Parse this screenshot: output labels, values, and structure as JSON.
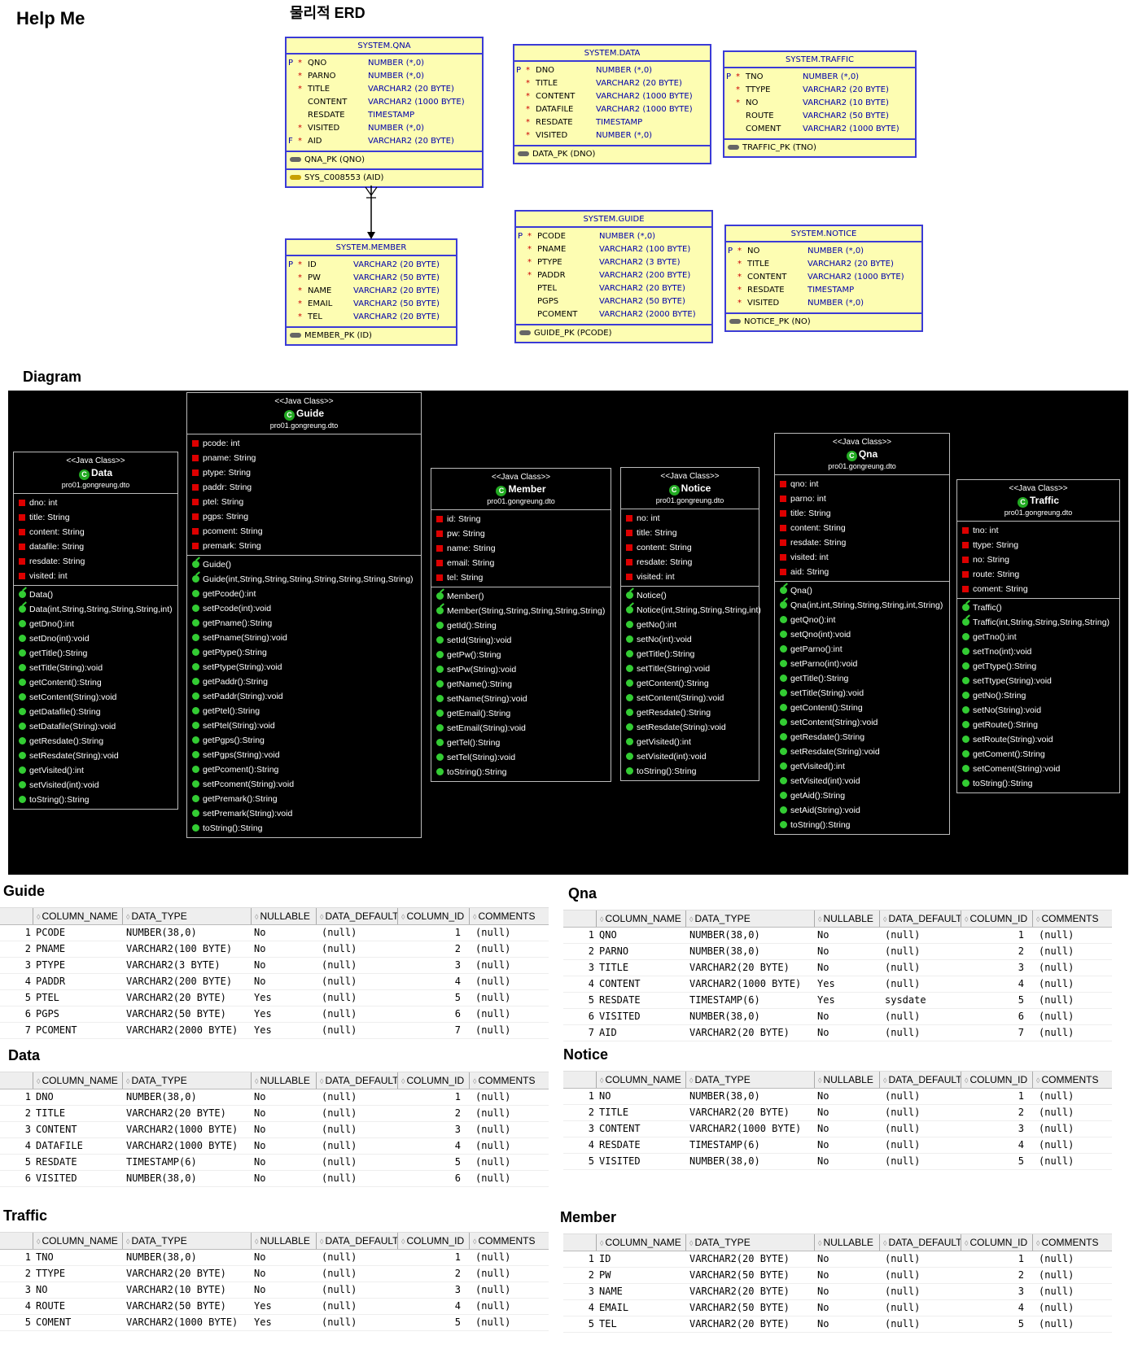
{
  "page": {
    "title": "Help Me",
    "erd_title": "물리적 ERD",
    "diagram_title": "Diagram"
  },
  "erd": [
    {
      "id": "qna",
      "title": "SYSTEM.QNA",
      "rows": [
        {
          "flag": "P",
          "star": "*",
          "name": "QNO",
          "type": "NUMBER (*,0)"
        },
        {
          "flag": "",
          "star": "*",
          "name": "PARNO",
          "type": "NUMBER (*,0)"
        },
        {
          "flag": "",
          "star": "*",
          "name": "TITLE",
          "type": "VARCHAR2 (20 BYTE)"
        },
        {
          "flag": "",
          "star": "",
          "name": "CONTENT",
          "type": "VARCHAR2 (1000 BYTE)"
        },
        {
          "flag": "",
          "star": "",
          "name": "RESDATE",
          "type": "TIMESTAMP"
        },
        {
          "flag": "",
          "star": "*",
          "name": "VISITED",
          "type": "NUMBER (*,0)"
        },
        {
          "flag": "F",
          "star": "*",
          "name": "AID",
          "type": "VARCHAR2 (20 BYTE)"
        }
      ],
      "keys": [
        {
          "kind": "pk",
          "text": "QNA_PK (QNO)"
        },
        {
          "kind": "fk",
          "text": "SYS_C008553 (AID)"
        }
      ]
    },
    {
      "id": "data",
      "title": "SYSTEM.DATA",
      "rows": [
        {
          "flag": "P",
          "star": "*",
          "name": "DNO",
          "type": "NUMBER (*,0)"
        },
        {
          "flag": "",
          "star": "*",
          "name": "TITLE",
          "type": "VARCHAR2 (20 BYTE)"
        },
        {
          "flag": "",
          "star": "*",
          "name": "CONTENT",
          "type": "VARCHAR2 (1000 BYTE)"
        },
        {
          "flag": "",
          "star": "*",
          "name": "DATAFILE",
          "type": "VARCHAR2 (1000 BYTE)"
        },
        {
          "flag": "",
          "star": "*",
          "name": "RESDATE",
          "type": "TIMESTAMP"
        },
        {
          "flag": "",
          "star": "*",
          "name": "VISITED",
          "type": "NUMBER (*,0)"
        }
      ],
      "keys": [
        {
          "kind": "pk",
          "text": "DATA_PK (DNO)"
        }
      ]
    },
    {
      "id": "traffic",
      "title": "SYSTEM.TRAFFIC",
      "rows": [
        {
          "flag": "P",
          "star": "*",
          "name": "TNO",
          "type": "NUMBER (*,0)"
        },
        {
          "flag": "",
          "star": "*",
          "name": "TTYPE",
          "type": "VARCHAR2 (20 BYTE)"
        },
        {
          "flag": "",
          "star": "*",
          "name": "NO",
          "type": "VARCHAR2 (10 BYTE)"
        },
        {
          "flag": "",
          "star": "",
          "name": "ROUTE",
          "type": "VARCHAR2 (50 BYTE)"
        },
        {
          "flag": "",
          "star": "",
          "name": "COMENT",
          "type": "VARCHAR2 (1000 BYTE)"
        }
      ],
      "keys": [
        {
          "kind": "pk",
          "text": "TRAFFIC_PK (TNO)"
        }
      ]
    },
    {
      "id": "member",
      "title": "SYSTEM.MEMBER",
      "rows": [
        {
          "flag": "P",
          "star": "*",
          "name": "ID",
          "type": "VARCHAR2 (20 BYTE)"
        },
        {
          "flag": "",
          "star": "*",
          "name": "PW",
          "type": "VARCHAR2 (50 BYTE)"
        },
        {
          "flag": "",
          "star": "*",
          "name": "NAME",
          "type": "VARCHAR2 (20 BYTE)"
        },
        {
          "flag": "",
          "star": "*",
          "name": "EMAIL",
          "type": "VARCHAR2 (50 BYTE)"
        },
        {
          "flag": "",
          "star": "*",
          "name": "TEL",
          "type": "VARCHAR2 (20 BYTE)"
        }
      ],
      "keys": [
        {
          "kind": "pk",
          "text": "MEMBER_PK (ID)"
        }
      ]
    },
    {
      "id": "guide",
      "title": "SYSTEM.GUIDE",
      "rows": [
        {
          "flag": "P",
          "star": "*",
          "name": "PCODE",
          "type": "NUMBER (*,0)"
        },
        {
          "flag": "",
          "star": "*",
          "name": "PNAME",
          "type": "VARCHAR2 (100 BYTE)"
        },
        {
          "flag": "",
          "star": "*",
          "name": "PTYPE",
          "type": "VARCHAR2 (3 BYTE)"
        },
        {
          "flag": "",
          "star": "*",
          "name": "PADDR",
          "type": "VARCHAR2 (200 BYTE)"
        },
        {
          "flag": "",
          "star": "",
          "name": "PTEL",
          "type": "VARCHAR2 (20 BYTE)"
        },
        {
          "flag": "",
          "star": "",
          "name": "PGPS",
          "type": "VARCHAR2 (50 BYTE)"
        },
        {
          "flag": "",
          "star": "",
          "name": "PCOMENT",
          "type": "VARCHAR2 (2000 BYTE)"
        }
      ],
      "keys": [
        {
          "kind": "pk",
          "text": "GUIDE_PK (PCODE)"
        }
      ]
    },
    {
      "id": "notice",
      "title": "SYSTEM.NOTICE",
      "rows": [
        {
          "flag": "P",
          "star": "*",
          "name": "NO",
          "type": "NUMBER (*,0)"
        },
        {
          "flag": "",
          "star": "*",
          "name": "TITLE",
          "type": "VARCHAR2 (20 BYTE)"
        },
        {
          "flag": "",
          "star": "*",
          "name": "CONTENT",
          "type": "VARCHAR2 (1000 BYTE)"
        },
        {
          "flag": "",
          "star": "*",
          "name": "RESDATE",
          "type": "TIMESTAMP"
        },
        {
          "flag": "",
          "star": "*",
          "name": "VISITED",
          "type": "NUMBER (*,0)"
        }
      ],
      "keys": [
        {
          "kind": "pk",
          "text": "NOTICE_PK (NO)"
        }
      ]
    }
  ],
  "classes": [
    {
      "id": "data",
      "stereo": "<<Java Class>>",
      "name": "Data",
      "pkg": "pro01.gongreung.dto",
      "attrs": [
        "dno: int",
        "title: String",
        "content: String",
        "datafile: String",
        "resdate: String",
        "visited: int"
      ],
      "methods": [
        {
          "c": true,
          "t": "Data()"
        },
        {
          "c": true,
          "t": "Data(int,String,String,String,String,int)"
        },
        {
          "t": "getDno():int"
        },
        {
          "t": "setDno(int):void"
        },
        {
          "t": "getTitle():String"
        },
        {
          "t": "setTitle(String):void"
        },
        {
          "t": "getContent():String"
        },
        {
          "t": "setContent(String):void"
        },
        {
          "t": "getDatafile():String"
        },
        {
          "t": "setDatafile(String):void"
        },
        {
          "t": "getResdate():String"
        },
        {
          "t": "setResdate(String):void"
        },
        {
          "t": "getVisited():int"
        },
        {
          "t": "setVisited(int):void"
        },
        {
          "t": "toString():String"
        }
      ]
    },
    {
      "id": "guide",
      "stereo": "<<Java Class>>",
      "name": "Guide",
      "pkg": "pro01.gongreung.dto",
      "attrs": [
        "pcode: int",
        "pname: String",
        "ptype: String",
        "paddr: String",
        "ptel: String",
        "pgps: String",
        "pcoment: String",
        "premark: String"
      ],
      "methods": [
        {
          "c": true,
          "t": "Guide()"
        },
        {
          "c": true,
          "t": "Guide(int,String,String,String,String,String,String,String)"
        },
        {
          "t": "getPcode():int"
        },
        {
          "t": "setPcode(int):void"
        },
        {
          "t": "getPname():String"
        },
        {
          "t": "setPname(String):void"
        },
        {
          "t": "getPtype():String"
        },
        {
          "t": "setPtype(String):void"
        },
        {
          "t": "getPaddr():String"
        },
        {
          "t": "setPaddr(String):void"
        },
        {
          "t": "getPtel():String"
        },
        {
          "t": "setPtel(String):void"
        },
        {
          "t": "getPgps():String"
        },
        {
          "t": "setPgps(String):void"
        },
        {
          "t": "getPcoment():String"
        },
        {
          "t": "setPcoment(String):void"
        },
        {
          "t": "getPremark():String"
        },
        {
          "t": "setPremark(String):void"
        },
        {
          "t": "toString():String"
        }
      ]
    },
    {
      "id": "member",
      "stereo": "<<Java Class>>",
      "name": "Member",
      "pkg": "pro01.gongreung.dto",
      "attrs": [
        "id: String",
        "pw: String",
        "name: String",
        "email: String",
        "tel: String"
      ],
      "methods": [
        {
          "c": true,
          "t": "Member()"
        },
        {
          "c": true,
          "t": "Member(String,String,String,String,String)"
        },
        {
          "t": "getId():String"
        },
        {
          "t": "setId(String):void"
        },
        {
          "t": "getPw():String"
        },
        {
          "t": "setPw(String):void"
        },
        {
          "t": "getName():String"
        },
        {
          "t": "setName(String):void"
        },
        {
          "t": "getEmail():String"
        },
        {
          "t": "setEmail(String):void"
        },
        {
          "t": "getTel():String"
        },
        {
          "t": "setTel(String):void"
        },
        {
          "t": "toString():String"
        }
      ]
    },
    {
      "id": "notice",
      "stereo": "<<Java Class>>",
      "name": "Notice",
      "pkg": "pro01.gongreung.dto",
      "attrs": [
        "no: int",
        "title: String",
        "content: String",
        "resdate: String",
        "visited: int"
      ],
      "methods": [
        {
          "c": true,
          "t": "Notice()"
        },
        {
          "c": true,
          "t": "Notice(int,String,String,String,int)"
        },
        {
          "t": "getNo():int"
        },
        {
          "t": "setNo(int):void"
        },
        {
          "t": "getTitle():String"
        },
        {
          "t": "setTitle(String):void"
        },
        {
          "t": "getContent():String"
        },
        {
          "t": "setContent(String):void"
        },
        {
          "t": "getResdate():String"
        },
        {
          "t": "setResdate(String):void"
        },
        {
          "t": "getVisited():int"
        },
        {
          "t": "setVisited(int):void"
        },
        {
          "t": "toString():String"
        }
      ]
    },
    {
      "id": "qna",
      "stereo": "<<Java Class>>",
      "name": "Qna",
      "pkg": "pro01.gongreung.dto",
      "attrs": [
        "qno: int",
        "parno: int",
        "title: String",
        "content: String",
        "resdate: String",
        "visited: int",
        "aid: String"
      ],
      "methods": [
        {
          "c": true,
          "t": "Qna()"
        },
        {
          "c": true,
          "t": "Qna(int,int,String,String,String,int,String)"
        },
        {
          "t": "getQno():int"
        },
        {
          "t": "setQno(int):void"
        },
        {
          "t": "getParno():int"
        },
        {
          "t": "setParno(int):void"
        },
        {
          "t": "getTitle():String"
        },
        {
          "t": "setTitle(String):void"
        },
        {
          "t": "getContent():String"
        },
        {
          "t": "setContent(String):void"
        },
        {
          "t": "getResdate():String"
        },
        {
          "t": "setResdate(String):void"
        },
        {
          "t": "getVisited():int"
        },
        {
          "t": "setVisited(int):void"
        },
        {
          "t": "getAid():String"
        },
        {
          "t": "setAid(String):void"
        },
        {
          "t": "toString():String"
        }
      ]
    },
    {
      "id": "traffic",
      "stereo": "<<Java Class>>",
      "name": "Traffic",
      "pkg": "pro01.gongreung.dto",
      "attrs": [
        "tno: int",
        "ttype: String",
        "no: String",
        "route: String",
        "coment: String"
      ],
      "methods": [
        {
          "c": true,
          "t": "Traffic()"
        },
        {
          "c": true,
          "t": "Traffic(int,String,String,String,String)"
        },
        {
          "t": "getTno():int"
        },
        {
          "t": "setTno(int):void"
        },
        {
          "t": "getTtype():String"
        },
        {
          "t": "setTtype(String):void"
        },
        {
          "t": "getNo():String"
        },
        {
          "t": "setNo(String):void"
        },
        {
          "t": "getRoute():String"
        },
        {
          "t": "setRoute(String):void"
        },
        {
          "t": "getComent():String"
        },
        {
          "t": "setComent(String):void"
        },
        {
          "t": "toString():String"
        }
      ]
    }
  ],
  "table_headers": [
    "COLUMN_NAME",
    "DATA_TYPE",
    "NULLABLE",
    "DATA_DEFAULT",
    "COLUMN_ID",
    "COMMENTS"
  ],
  "tables": [
    {
      "id": "guide",
      "title": "Guide",
      "rows": [
        [
          "1",
          "PCODE",
          "NUMBER(38,0)",
          "No",
          "(null)",
          "1",
          "(null)"
        ],
        [
          "2",
          "PNAME",
          "VARCHAR2(100 BYTE)",
          "No",
          "(null)",
          "2",
          "(null)"
        ],
        [
          "3",
          "PTYPE",
          "VARCHAR2(3 BYTE)",
          "No",
          "(null)",
          "3",
          "(null)"
        ],
        [
          "4",
          "PADDR",
          "VARCHAR2(200 BYTE)",
          "No",
          "(null)",
          "4",
          "(null)"
        ],
        [
          "5",
          "PTEL",
          "VARCHAR2(20 BYTE)",
          "Yes",
          "(null)",
          "5",
          "(null)"
        ],
        [
          "6",
          "PGPS",
          "VARCHAR2(50 BYTE)",
          "Yes",
          "(null)",
          "6",
          "(null)"
        ],
        [
          "7",
          "PCOMENT",
          "VARCHAR2(2000 BYTE)",
          "Yes",
          "(null)",
          "7",
          "(null)"
        ]
      ]
    },
    {
      "id": "qna",
      "title": "Qna",
      "rows": [
        [
          "1",
          "QNO",
          "NUMBER(38,0)",
          "No",
          "(null)",
          "1",
          "(null)"
        ],
        [
          "2",
          "PARNO",
          "NUMBER(38,0)",
          "No",
          "(null)",
          "2",
          "(null)"
        ],
        [
          "3",
          "TITLE",
          "VARCHAR2(20 BYTE)",
          "No",
          "(null)",
          "3",
          "(null)"
        ],
        [
          "4",
          "CONTENT",
          "VARCHAR2(1000 BYTE)",
          "Yes",
          "(null)",
          "4",
          "(null)"
        ],
        [
          "5",
          "RESDATE",
          "TIMESTAMP(6)",
          "Yes",
          "sysdate",
          "5",
          "(null)"
        ],
        [
          "6",
          "VISITED",
          "NUMBER(38,0)",
          "No",
          "(null)",
          "6",
          "(null)"
        ],
        [
          "7",
          "AID",
          "VARCHAR2(20 BYTE)",
          "No",
          "(null)",
          "7",
          "(null)"
        ]
      ]
    },
    {
      "id": "data",
      "title": "Data",
      "rows": [
        [
          "1",
          "DNO",
          "NUMBER(38,0)",
          "No",
          "(null)",
          "1",
          "(null)"
        ],
        [
          "2",
          "TITLE",
          "VARCHAR2(20 BYTE)",
          "No",
          "(null)",
          "2",
          "(null)"
        ],
        [
          "3",
          "CONTENT",
          "VARCHAR2(1000 BYTE)",
          "No",
          "(null)",
          "3",
          "(null)"
        ],
        [
          "4",
          "DATAFILE",
          "VARCHAR2(1000 BYTE)",
          "No",
          "(null)",
          "4",
          "(null)"
        ],
        [
          "5",
          "RESDATE",
          "TIMESTAMP(6)",
          "No",
          "(null)",
          "5",
          "(null)"
        ],
        [
          "6",
          "VISITED",
          "NUMBER(38,0)",
          "No",
          "(null)",
          "6",
          "(null)"
        ]
      ]
    },
    {
      "id": "notice",
      "title": "Notice",
      "rows": [
        [
          "1",
          "NO",
          "NUMBER(38,0)",
          "No",
          "(null)",
          "1",
          "(null)"
        ],
        [
          "2",
          "TITLE",
          "VARCHAR2(20 BYTE)",
          "No",
          "(null)",
          "2",
          "(null)"
        ],
        [
          "3",
          "CONTENT",
          "VARCHAR2(1000 BYTE)",
          "No",
          "(null)",
          "3",
          "(null)"
        ],
        [
          "4",
          "RESDATE",
          "TIMESTAMP(6)",
          "No",
          "(null)",
          "4",
          "(null)"
        ],
        [
          "5",
          "VISITED",
          "NUMBER(38,0)",
          "No",
          "(null)",
          "5",
          "(null)"
        ]
      ]
    },
    {
      "id": "traffic",
      "title": "Traffic",
      "rows": [
        [
          "1",
          "TNO",
          "NUMBER(38,0)",
          "No",
          "(null)",
          "1",
          "(null)"
        ],
        [
          "2",
          "TTYPE",
          "VARCHAR2(20 BYTE)",
          "No",
          "(null)",
          "2",
          "(null)"
        ],
        [
          "3",
          "NO",
          "VARCHAR2(10 BYTE)",
          "No",
          "(null)",
          "3",
          "(null)"
        ],
        [
          "4",
          "ROUTE",
          "VARCHAR2(50 BYTE)",
          "Yes",
          "(null)",
          "4",
          "(null)"
        ],
        [
          "5",
          "COMENT",
          "VARCHAR2(1000 BYTE)",
          "Yes",
          "(null)",
          "5",
          "(null)"
        ]
      ]
    },
    {
      "id": "member",
      "title": "Member",
      "rows": [
        [
          "1",
          "ID",
          "VARCHAR2(20 BYTE)",
          "No",
          "(null)",
          "1",
          "(null)"
        ],
        [
          "2",
          "PW",
          "VARCHAR2(50 BYTE)",
          "No",
          "(null)",
          "2",
          "(null)"
        ],
        [
          "3",
          "NAME",
          "VARCHAR2(20 BYTE)",
          "No",
          "(null)",
          "3",
          "(null)"
        ],
        [
          "4",
          "EMAIL",
          "VARCHAR2(50 BYTE)",
          "No",
          "(null)",
          "4",
          "(null)"
        ],
        [
          "5",
          "TEL",
          "VARCHAR2(20 BYTE)",
          "No",
          "(null)",
          "5",
          "(null)"
        ]
      ]
    }
  ]
}
